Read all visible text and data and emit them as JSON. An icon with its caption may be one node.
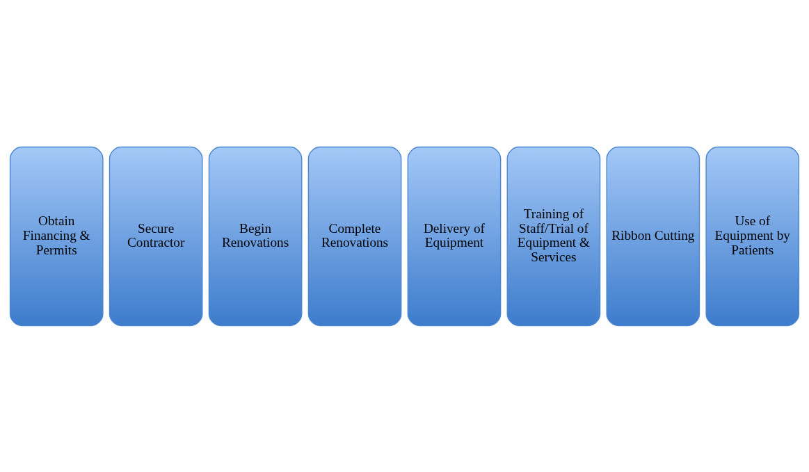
{
  "diagram": {
    "nodes": [
      {
        "text": [
          "Obtain Financing & Permits"
        ]
      },
      {
        "text": [
          "Secure Contractor"
        ]
      },
      {
        "text": [
          "Begin Renovations"
        ]
      },
      {
        "text": [
          "Complete Renovations"
        ]
      },
      {
        "text": [
          "Delivery of Equipment"
        ]
      },
      {
        "text": [
          "Training of Staff/Trial of Equipment & Services"
        ]
      },
      {
        "text": [
          "Ribbon Cutting"
        ]
      },
      {
        "text": [
          "Use of Equipment by Patients"
        ]
      }
    ]
  }
}
